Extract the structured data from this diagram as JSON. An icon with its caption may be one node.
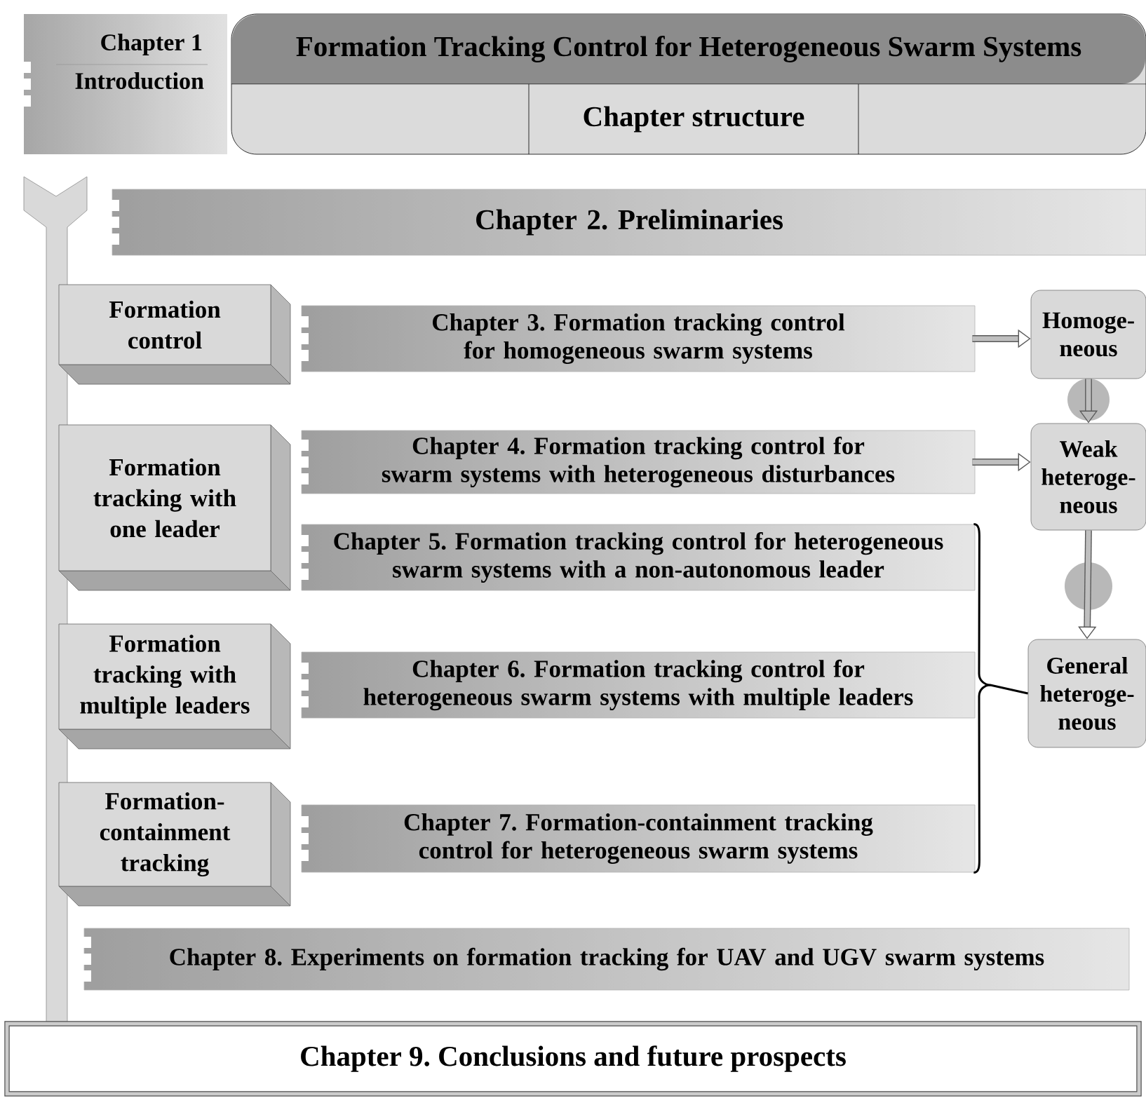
{
  "diagram": {
    "title": "Formation Tracking Control for Heterogeneous Swarm Systems",
    "nodes": [
      {
        "text": [
          "Chapter 1",
          "Introduction"
        ]
      },
      {
        "text": [
          "Chapter structure"
        ]
      },
      {
        "text": [
          "Chapter 2. Preliminaries"
        ]
      },
      {
        "text": [
          "Formation control"
        ]
      },
      {
        "text": [
          "Formation tracking with one leader"
        ]
      },
      {
        "text": [
          "Formation tracking with multiple leaders"
        ]
      },
      {
        "text": [
          "Formation-containment tracking"
        ]
      },
      {
        "text": [
          "Chapter 3. Formation tracking control for homogeneous swarm systems"
        ]
      },
      {
        "text": [
          "Chapter 4. Formation tracking control for swarm systems with heterogeneous disturbances"
        ]
      },
      {
        "text": [
          "Chapter 5. Formation tracking control for heterogeneous swarm systems with a non-autonomous leader"
        ]
      },
      {
        "text": [
          "Chapter 6. Formation tracking control for heterogeneous swarm systems with multiple leaders"
        ]
      },
      {
        "text": [
          "Chapter 7. Formation-containment tracking control for heterogeneous swarm systems"
        ]
      },
      {
        "text": [
          "Homoge- neous"
        ]
      },
      {
        "text": [
          "Weak heteroge- neous"
        ]
      },
      {
        "text": [
          "General heteroge- neous"
        ]
      },
      {
        "text": [
          "Chapter 8. Experiments on formation tracking for UAV and UGV swarm systems"
        ]
      },
      {
        "text": [
          "Chapter 9. Conclusions and future prospects"
        ]
      }
    ],
    "edges": [
      {
        "from": 7,
        "to": 12,
        "arrow": "to"
      },
      {
        "from": 8,
        "to": 13,
        "arrow": "to"
      },
      {
        "from": 12,
        "to": 13,
        "arrow": "to"
      },
      {
        "from": 13,
        "to": 14,
        "arrow": "to"
      },
      {
        "from": 9,
        "to": 14,
        "arrow": "none"
      },
      {
        "from": 10,
        "to": 14,
        "arrow": "none"
      },
      {
        "from": 11,
        "to": 14,
        "arrow": "none"
      }
    ]
  }
}
